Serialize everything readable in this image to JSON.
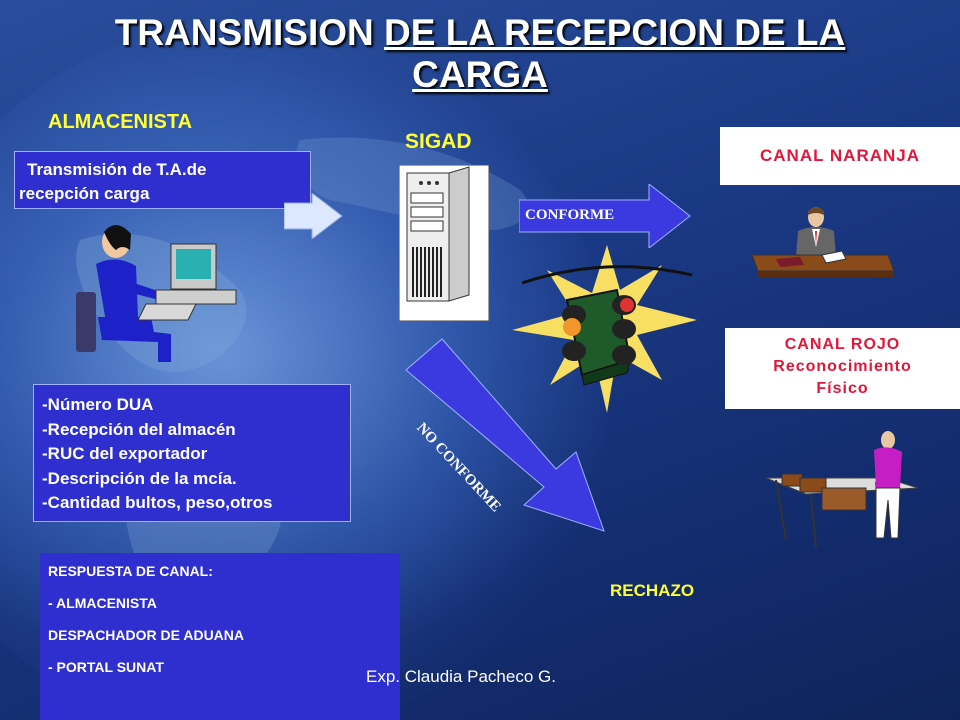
{
  "title": {
    "part1": "TRANSMISION ",
    "part2": "DE LA RECEPCION DE LA",
    "line2": "CARGA"
  },
  "almacenista": "ALMACENISTA",
  "transmision_box": {
    "line1": "Transmisión de T.A.de",
    "line2": "recepción carga"
  },
  "sigad": "SIGAD",
  "conforme": "CONFORME",
  "no_conforme": "NO CONFORME",
  "canal_naranja": "CANAL NARANJA",
  "canal_rojo": {
    "line1": "CANAL ROJO",
    "line2": "Reconocimiento",
    "line3": "Físico"
  },
  "details": [
    "-Número DUA",
    "-Recepción del almacén",
    "-RUC del exportador",
    "-Descripción de la mcía.",
    "-Cantidad bultos, peso,otros"
  ],
  "respuesta": [
    "RESPUESTA DE CANAL:",
    "- ALMACENISTA",
    "DESPACHADOR DE ADUANA",
    "- PORTAL SUNAT"
  ],
  "rechazo": "RECHAZO",
  "footer": "Exp. Claudia Pacheco G.",
  "colors": {
    "box_blue": "#2f2fd0",
    "yellow": "#ffff33",
    "red": "#e2163a",
    "arrow_blue": "#3a3ae0",
    "white_arrow": "#dbe8ff"
  },
  "icons": [
    "computer-user-icon",
    "server-tower-icon",
    "traffic-light-icon",
    "desk-clerk-icon",
    "inspection-worker-icon"
  ]
}
